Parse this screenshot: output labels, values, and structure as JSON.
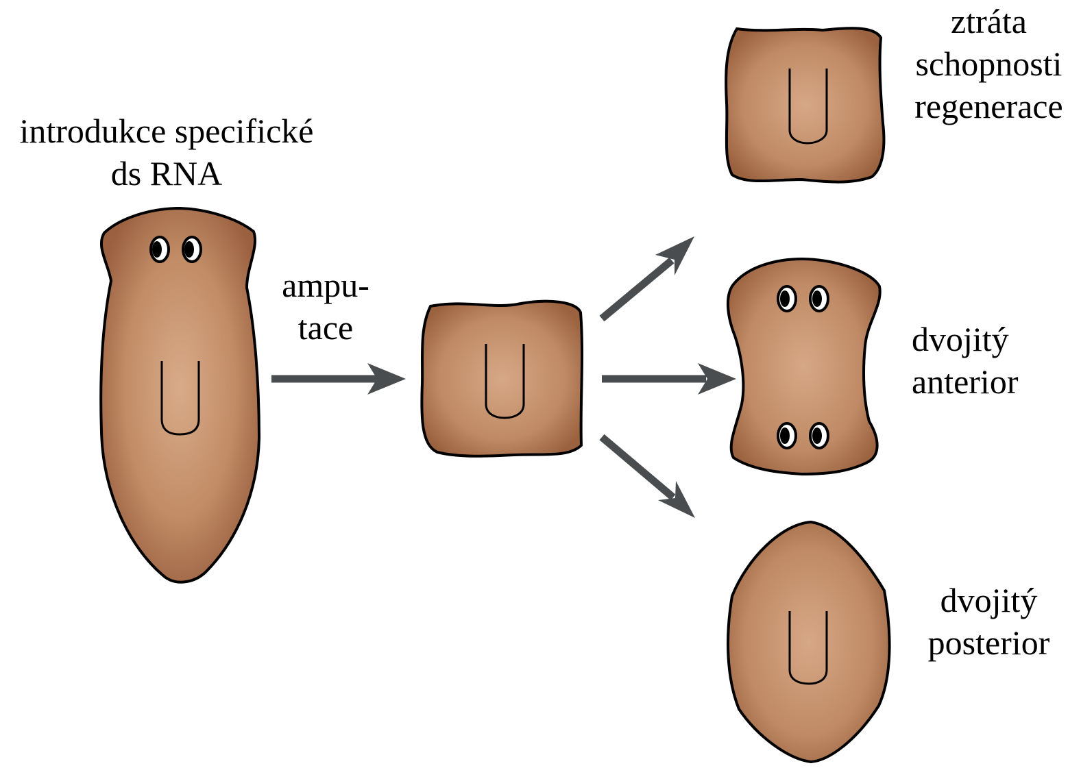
{
  "labels": {
    "intro_line1": "introdukce specifické",
    "intro_line2": "ds RNA",
    "amp_line1": "ampu-",
    "amp_line2": "tace",
    "loss_line1": "ztráta",
    "loss_line2": "schopnosti",
    "loss_line3": "regenerace",
    "anterior_line1": "dvojitý",
    "anterior_line2": "anterior",
    "posterior_line1": "dvojitý",
    "posterior_line2": "posterior"
  },
  "colors": {
    "body_light": "#d7a886",
    "body_dark": "#9b6240",
    "outline": "#000000",
    "arrow": "#4a4d4f"
  }
}
